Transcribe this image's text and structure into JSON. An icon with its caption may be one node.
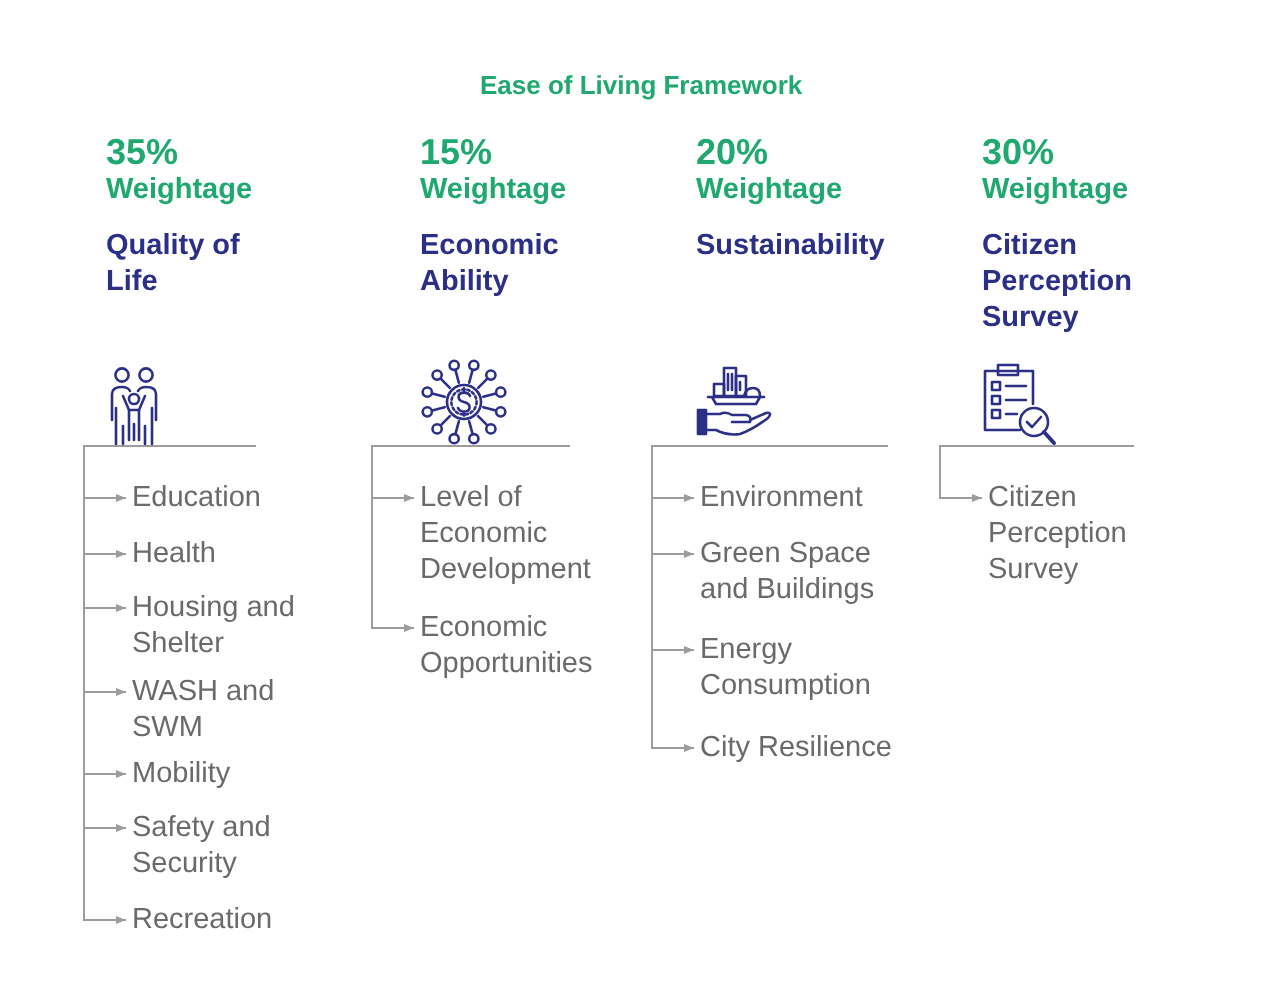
{
  "diagram": {
    "title": "Ease of Living Framework",
    "nodes": [
      {
        "text": [
          "35%",
          "Weightage",
          "Quality of Life"
        ]
      },
      {
        "text": [
          "Education"
        ]
      },
      {
        "text": [
          "Health"
        ]
      },
      {
        "text": [
          "Housing and Shelter"
        ]
      },
      {
        "text": [
          "WASH and SWM"
        ]
      },
      {
        "text": [
          "Mobility"
        ]
      },
      {
        "text": [
          "Safety and Security"
        ]
      },
      {
        "text": [
          "Recreation"
        ]
      },
      {
        "text": [
          "15%",
          "Weightage",
          "Economic Ability"
        ]
      },
      {
        "text": [
          "Level of Economic Development"
        ]
      },
      {
        "text": [
          "Economic Opportunities"
        ]
      },
      {
        "text": [
          "20%",
          "Weightage",
          "Sustainability"
        ]
      },
      {
        "text": [
          "Environment"
        ]
      },
      {
        "text": [
          "Green Space and Buildings"
        ]
      },
      {
        "text": [
          "Energy Consumption"
        ]
      },
      {
        "text": [
          "City Resilience"
        ]
      },
      {
        "text": [
          "30%",
          "Weightage",
          "Citizen Perception Survey"
        ]
      },
      {
        "text": [
          "Citizen Perception Survey"
        ]
      }
    ],
    "edges": [
      {
        "from": 0,
        "to": 1,
        "arrow": "to"
      },
      {
        "from": 0,
        "to": 2,
        "arrow": "to"
      },
      {
        "from": 0,
        "to": 3,
        "arrow": "to"
      },
      {
        "from": 0,
        "to": 4,
        "arrow": "to"
      },
      {
        "from": 0,
        "to": 5,
        "arrow": "to"
      },
      {
        "from": 0,
        "to": 6,
        "arrow": "to"
      },
      {
        "from": 0,
        "to": 7,
        "arrow": "to"
      },
      {
        "from": 8,
        "to": 9,
        "arrow": "to"
      },
      {
        "from": 8,
        "to": 10,
        "arrow": "to"
      },
      {
        "from": 11,
        "to": 12,
        "arrow": "to"
      },
      {
        "from": 11,
        "to": 13,
        "arrow": "to"
      },
      {
        "from": 11,
        "to": 14,
        "arrow": "to"
      },
      {
        "from": 11,
        "to": 15,
        "arrow": "to"
      },
      {
        "from": 16,
        "to": 17,
        "arrow": "to"
      }
    ]
  }
}
